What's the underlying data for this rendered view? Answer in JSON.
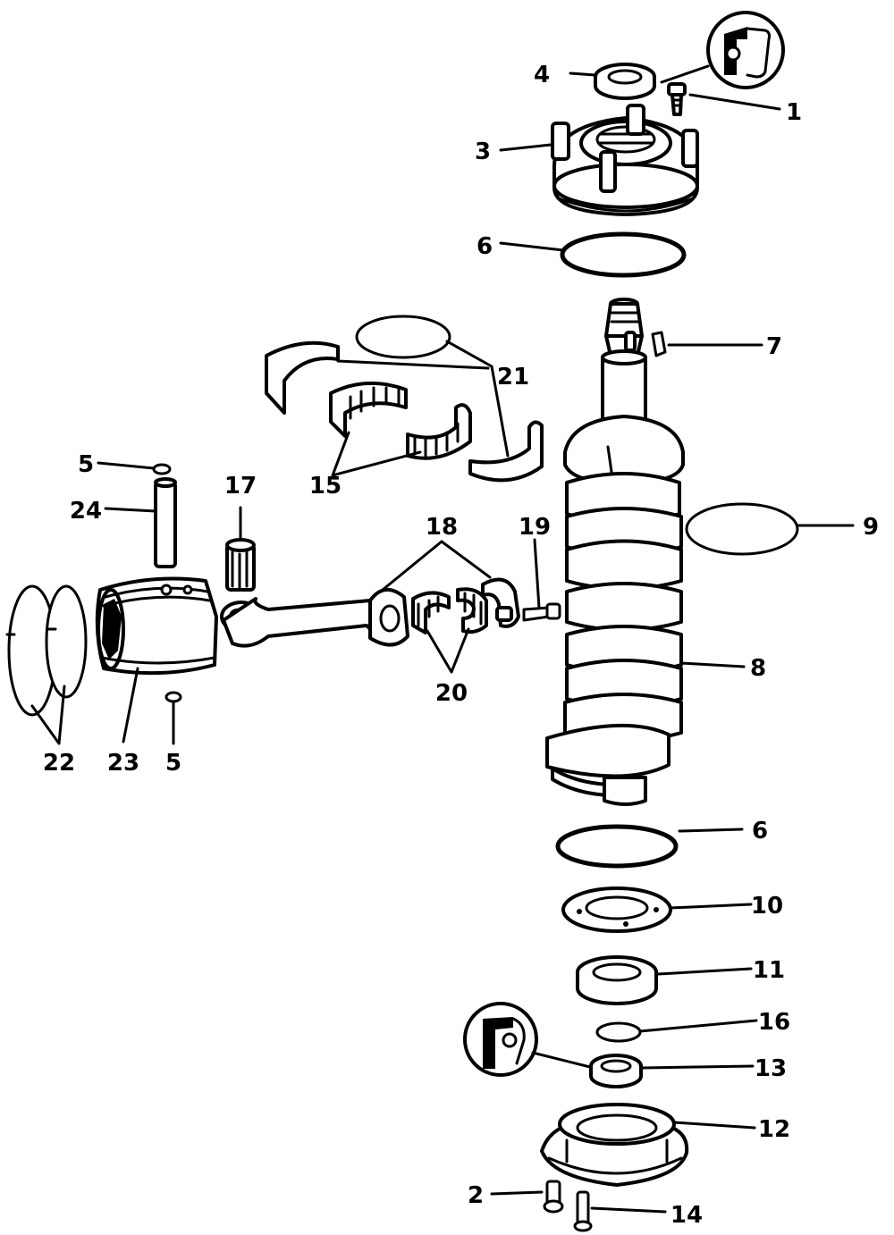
{
  "labels": {
    "l1": "1",
    "l2": "2",
    "l3": "3",
    "l4": "4",
    "l5a": "5",
    "l5b": "5",
    "l6a": "6",
    "l6b": "6",
    "l7": "7",
    "l8": "8",
    "l9": "9",
    "l10": "10",
    "l11": "11",
    "l12": "12",
    "l13": "13",
    "l14": "14",
    "l15": "15",
    "l16": "16",
    "l17": "17",
    "l18": "18",
    "l19": "19",
    "l20": "20",
    "l21": "21",
    "l22": "22",
    "l23": "23",
    "l24": "24"
  },
  "icons": [
    "seal-detail-icon"
  ]
}
